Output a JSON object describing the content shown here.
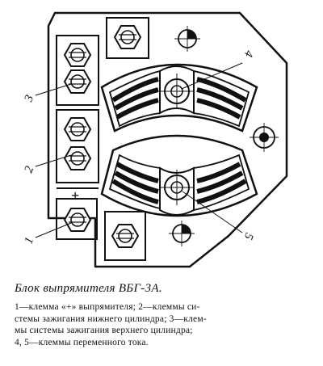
{
  "figure": {
    "callouts": [
      "1",
      "2",
      "3",
      "4",
      "5"
    ],
    "plus_sign": "+"
  },
  "caption": {
    "title": "Блок выпрямителя ВБГ-3А.",
    "lines": [
      "1—клемма «+» выпрямителя; 2—клеммы си-",
      "стемы зажигания нижнего цилиндра; 3—клем-",
      "мы системы зажигания верхнего цилиндра;",
      "4, 5—клеммы переменного тока."
    ]
  }
}
